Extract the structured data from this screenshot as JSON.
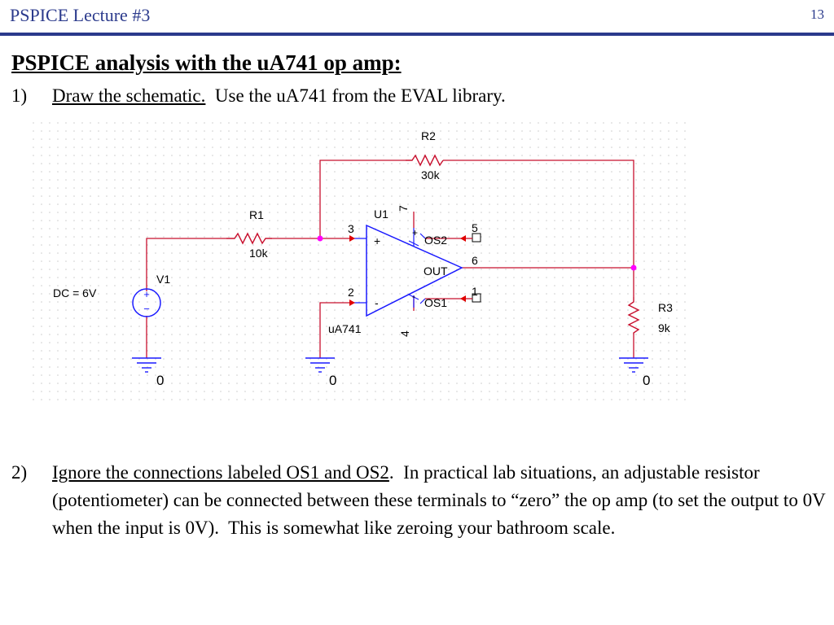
{
  "header": {
    "title": "PSPICE Lecture #3",
    "page_number": "13"
  },
  "slide_title": "PSPICE analysis with the uA741 op amp:",
  "items": [
    {
      "number": "1)",
      "underlined": "Draw the schematic.",
      "text": "  Use the uA741 from the EVAL library."
    },
    {
      "number": "2)",
      "underlined": "Ignore the connections labeled OS1 and OS2",
      "text": ".  In practical lab situations, an adjustable resistor (potentiometer) can be connected between these terminals to “zero” the op amp (to set the output to 0V when the input is 0V).  This is somewhat like zeroing your bathroom scale."
    }
  ],
  "schematic": {
    "r1": {
      "name": "R1",
      "value": "10k"
    },
    "r2": {
      "name": "R2",
      "value": "30k"
    },
    "r3": {
      "name": "R3",
      "value": "9k"
    },
    "v1": {
      "name": "V1",
      "value": "DC = 6V",
      "plus": "+",
      "minus": "−"
    },
    "u1": {
      "name": "U1",
      "part": "uA741",
      "pin3": "3",
      "pin2": "2",
      "pin7": "7",
      "pin4": "4",
      "pin5": "5",
      "pin6": "6",
      "pin1": "1",
      "plus": "+",
      "minus": "-",
      "os2": "OS2",
      "os1": "OS1",
      "out": "OUT",
      "vplus": "+",
      "vminus": "-"
    },
    "ground_label": "0",
    "colors": {
      "wire": "#c8102e",
      "part": "#1a1aff",
      "junction": "#ff00ff",
      "grid": "#cccccc"
    }
  }
}
